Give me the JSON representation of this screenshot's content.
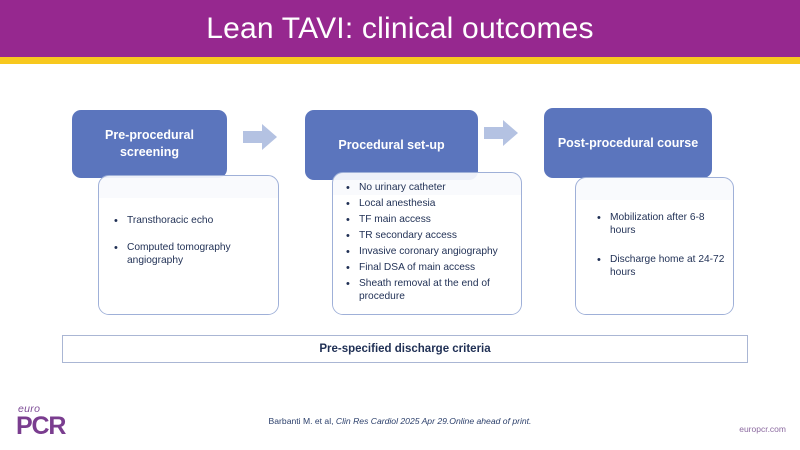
{
  "header": {
    "title": "Lean TAVI: clinical outcomes",
    "bar_color": "#96288f",
    "rule_color": "#f7c81e"
  },
  "flow": {
    "accent_color": "#5b75bd",
    "arrow_color": "#b4c2e2",
    "stages": [
      {
        "id": "pre-procedural-screening",
        "title": "Pre-procedural\nscreening",
        "title_line1": "Pre-procedural",
        "title_line2": "screening",
        "bullets": [
          "Transthoracic echo",
          "Computed tomography angiography"
        ]
      },
      {
        "id": "procedural-set-up",
        "title": "Procedural set-up",
        "title_line1": "Procedural set-up",
        "title_line2": "",
        "bullets": [
          "No urinary catheter",
          "Local anesthesia",
          "TF main access",
          "TR secondary access",
          "Invasive coronary angiography",
          "Final DSA of main access",
          "Sheath removal at the end of procedure"
        ]
      },
      {
        "id": "post-procedural-course",
        "title": "Post-procedural course",
        "title_line1": "Post-procedural course",
        "title_line2": "",
        "bullets": [
          "Mobilization after 6-8 hours",
          "Discharge home at 24-72 hours"
        ]
      }
    ]
  },
  "criteria": {
    "label": "Pre-specified discharge criteria"
  },
  "footer": {
    "citation_plain": "Barbanti M. et al, ",
    "citation_italic": "Clin Res Cardiol 2025 Apr 29.Online ahead of print.",
    "logo_top": "euro",
    "logo_bottom": "PCR",
    "site_url": "europcr.com"
  }
}
